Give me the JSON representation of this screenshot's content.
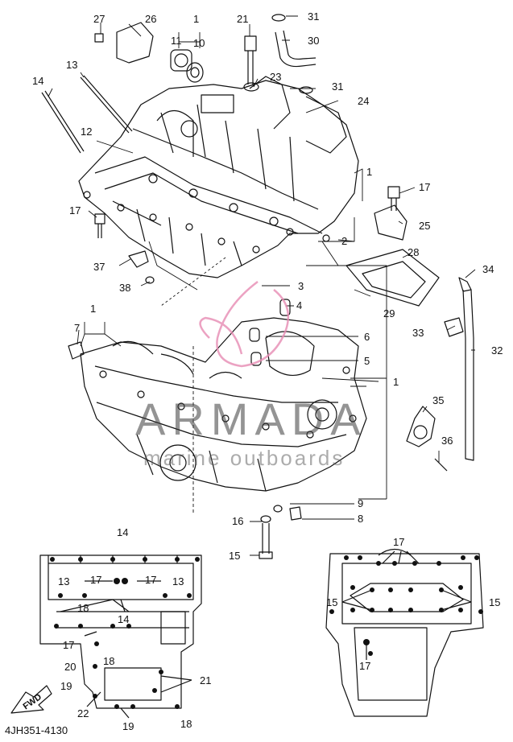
{
  "diagram": {
    "part_code": "4JH351-4130",
    "fwd_label": "FWD",
    "watermark": {
      "main": "ARMADA",
      "sub": "marine outboards"
    },
    "callouts": [
      {
        "id": "c1a",
        "text": "1"
      },
      {
        "id": "c11",
        "text": "11"
      },
      {
        "id": "c10",
        "text": "10"
      },
      {
        "id": "c26",
        "text": "26"
      },
      {
        "id": "c27",
        "text": "27"
      },
      {
        "id": "c21a",
        "text": "21"
      },
      {
        "id": "c31a",
        "text": "31"
      },
      {
        "id": "c30",
        "text": "30"
      },
      {
        "id": "c23",
        "text": "23"
      },
      {
        "id": "c31b",
        "text": "31"
      },
      {
        "id": "c24",
        "text": "24"
      },
      {
        "id": "c13a",
        "text": "13"
      },
      {
        "id": "c14a",
        "text": "14"
      },
      {
        "id": "c12",
        "text": "12"
      },
      {
        "id": "c1b",
        "text": "1"
      },
      {
        "id": "c17a",
        "text": "17"
      },
      {
        "id": "c17b",
        "text": "17"
      },
      {
        "id": "c25",
        "text": "25"
      },
      {
        "id": "c2",
        "text": "2"
      },
      {
        "id": "c28",
        "text": "28"
      },
      {
        "id": "c34",
        "text": "34"
      },
      {
        "id": "c37",
        "text": "37"
      },
      {
        "id": "c38",
        "text": "38"
      },
      {
        "id": "c3",
        "text": "3"
      },
      {
        "id": "c4",
        "text": "4"
      },
      {
        "id": "c29",
        "text": "29"
      },
      {
        "id": "c1c",
        "text": "1"
      },
      {
        "id": "c7",
        "text": "7"
      },
      {
        "id": "c33",
        "text": "33"
      },
      {
        "id": "c6",
        "text": "6"
      },
      {
        "id": "c32",
        "text": "32"
      },
      {
        "id": "c5",
        "text": "5"
      },
      {
        "id": "c1d",
        "text": "1"
      },
      {
        "id": "c35",
        "text": "35"
      },
      {
        "id": "c36",
        "text": "36"
      },
      {
        "id": "c9",
        "text": "9"
      },
      {
        "id": "c8",
        "text": "8"
      },
      {
        "id": "c16",
        "text": "16"
      },
      {
        "id": "c15a",
        "text": "15"
      },
      {
        "id": "c14b",
        "text": "14"
      },
      {
        "id": "c13b",
        "text": "13"
      },
      {
        "id": "c17c",
        "text": "17"
      },
      {
        "id": "c17d",
        "text": "17"
      },
      {
        "id": "c13c",
        "text": "13"
      },
      {
        "id": "c18a",
        "text": "18"
      },
      {
        "id": "c14c",
        "text": "14"
      },
      {
        "id": "c17e",
        "text": "17"
      },
      {
        "id": "c18b",
        "text": "18"
      },
      {
        "id": "c20",
        "text": "20"
      },
      {
        "id": "c19a",
        "text": "19"
      },
      {
        "id": "c21b",
        "text": "21"
      },
      {
        "id": "c22",
        "text": "22"
      },
      {
        "id": "c19b",
        "text": "19"
      },
      {
        "id": "c18c",
        "text": "18"
      },
      {
        "id": "c17f",
        "text": "17"
      },
      {
        "id": "c15b",
        "text": "15"
      },
      {
        "id": "c15c",
        "text": "15"
      },
      {
        "id": "c17g",
        "text": "17"
      }
    ]
  }
}
